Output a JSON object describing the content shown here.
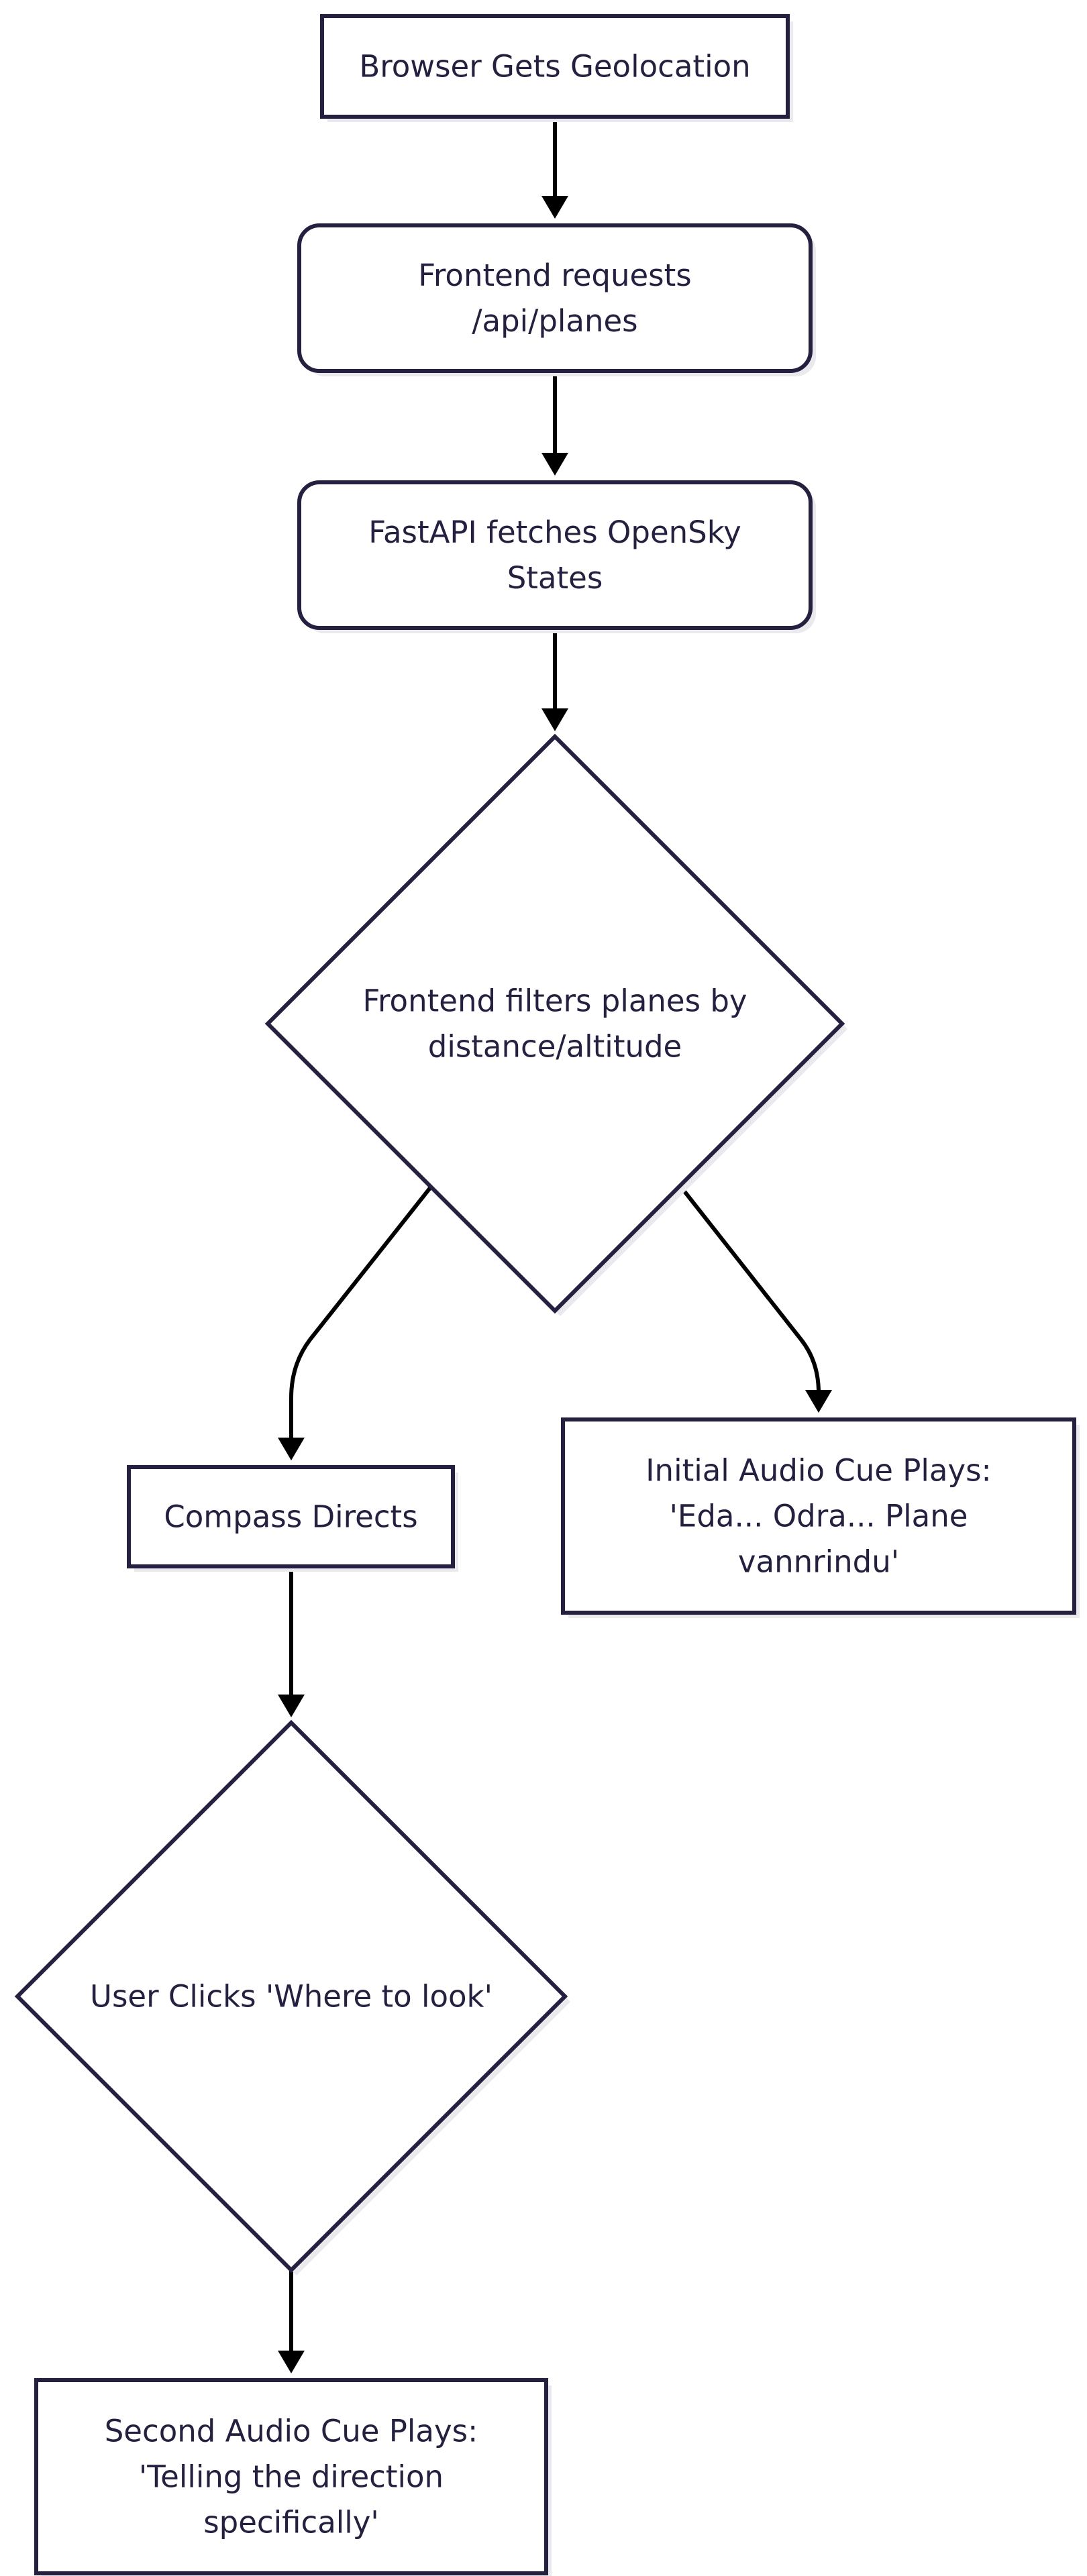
{
  "colors": {
    "node_stroke": "#23213f",
    "node_fill": "#ffffff",
    "edge": "#000000",
    "text": "#23213f",
    "shadow": "#e9e9ee"
  },
  "nodes": {
    "browser_geolocation": {
      "lines": [
        "Browser Gets Geolocation"
      ]
    },
    "frontend_requests": {
      "lines": [
        "Frontend requests",
        "/api/planes"
      ]
    },
    "fastapi_fetches": {
      "lines": [
        "FastAPI fetches OpenSky",
        "States"
      ]
    },
    "frontend_filters": {
      "lines": [
        "Frontend filters planes by",
        "distance/altitude"
      ]
    },
    "compass_directs": {
      "lines": [
        "Compass Directs"
      ]
    },
    "initial_audio": {
      "lines": [
        "Initial Audio Cue Plays:",
        "'Eda... Odra... Plane",
        "vannrindu'"
      ]
    },
    "user_clicks": {
      "lines": [
        "User Clicks 'Where to look'"
      ]
    },
    "second_audio": {
      "lines": [
        "Second Audio Cue Plays:",
        "'Telling the direction",
        "specifically'"
      ]
    }
  }
}
